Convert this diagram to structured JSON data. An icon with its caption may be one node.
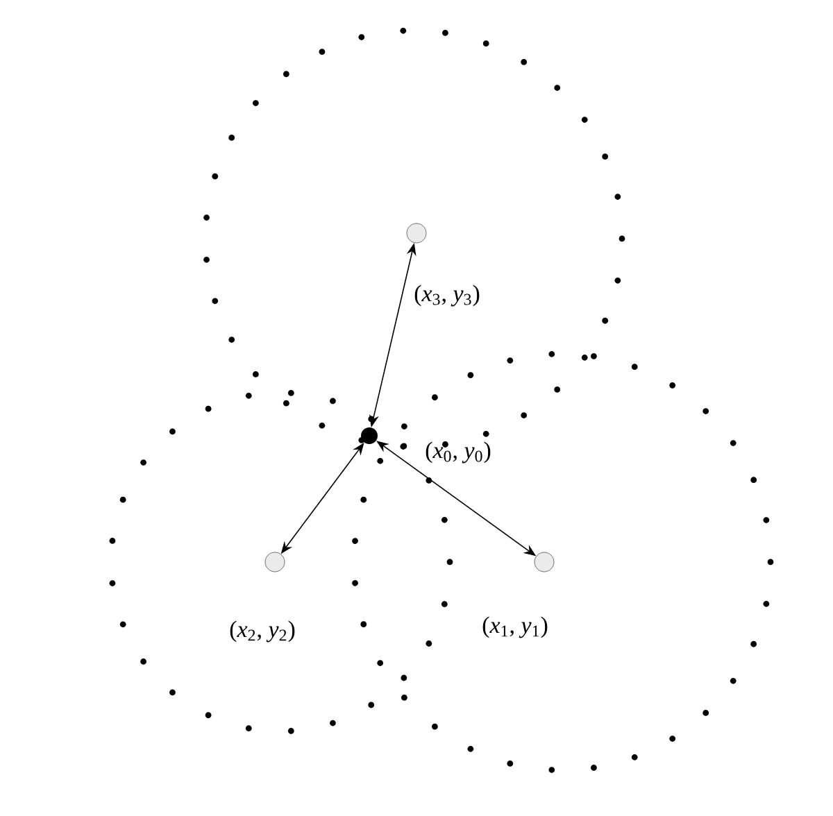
{
  "diagram": {
    "nodes": [
      {
        "text": [],
        "shape": "circle",
        "beside": [
          "(*x*$_{0}$, *y*$_{0}$)"
        ]
      },
      {
        "text": [],
        "shape": "circle",
        "beside": [
          "(*x*$_{1}$, *y*$_{1}$)"
        ]
      },
      {
        "text": [],
        "shape": "circle",
        "beside": [
          "(*x*$_{2}$, *y*$_{2}$)"
        ]
      },
      {
        "text": [],
        "shape": "circle",
        "beside": [
          "(*x*$_{3}$, *y*$_{3}$)"
        ]
      }
    ],
    "edges": [
      {
        "from": 0,
        "to": 1,
        "arrow": "both"
      },
      {
        "from": 0,
        "to": 2,
        "arrow": "both"
      },
      {
        "from": 0,
        "to": 3,
        "arrow": "both"
      }
    ]
  }
}
